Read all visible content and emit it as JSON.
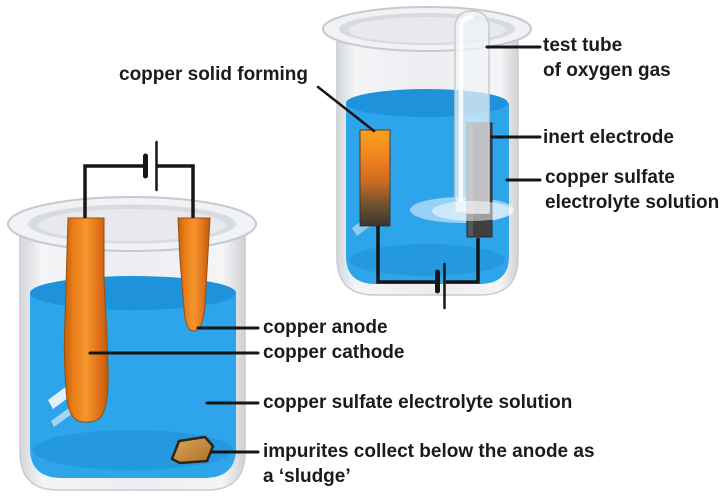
{
  "figure": {
    "type": "science-diagram",
    "subject": "purification of copper by electrolysis",
    "labels": {
      "copper_solid_forming": "copper solid forming",
      "test_tube": [
        "test tube",
        "of oxygen gas"
      ],
      "inert_electrode": "inert electrode",
      "electrolyte_right": [
        "copper sulfate",
        "electrolyte solution"
      ],
      "copper_anode": "copper anode",
      "copper_cathode": "copper cathode",
      "electrolyte_left": "copper sulfate electrolyte solution",
      "impurities": [
        "impurites collect below the anode as",
        "a ‘sludge’"
      ]
    },
    "colors": {
      "solution": "#2ea4ea",
      "solution_surface": "#1e93db",
      "solution_deep": "#2398dd",
      "copper": "#ee821e",
      "inert_electrode": "#3e3f41",
      "sludge": "#c08a3e",
      "wire": "#161616",
      "glass": "#eceef1",
      "label_text": "#1b1b1b",
      "background": "#ffffff"
    }
  }
}
